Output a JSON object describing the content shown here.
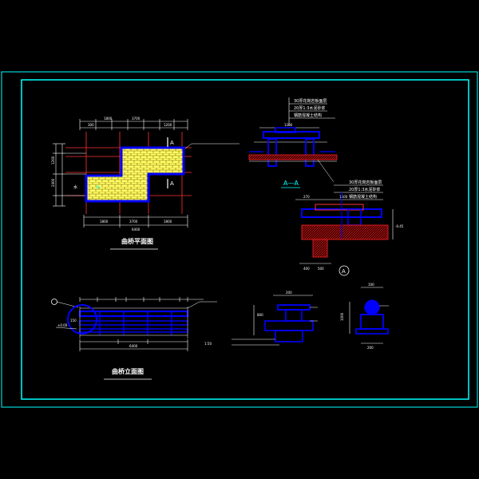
{
  "colors": {
    "background": "#000000",
    "outer_frame": "#00ffff",
    "inner_frame": "#00ffff",
    "paving": "#ffff66",
    "edge": "#0000ff",
    "structure": "#ff3333",
    "lines": "#ffffff",
    "hatch": "#ff2222"
  },
  "title_plan": "曲桥平面图",
  "title_elevation": "曲桥立面图",
  "section_mark": "A—A",
  "cut_mark_top": "A",
  "cut_mark_bottom": "A",
  "detail_mark": "A",
  "notes_top": [
    "30厚花岗岩板面层",
    "20厚1:3水泥砂浆",
    "钢筋混凝土结构"
  ],
  "notes_right": [
    "30厚花岗岩板面层",
    "20厚1:3水泥砂浆",
    "钢筋混凝土结构"
  ],
  "dims": {
    "d1": "3700",
    "d2": "1200",
    "d3": "1800",
    "d4": "300",
    "d5": "200",
    "d6": "500",
    "d7": "6400",
    "d8": "2400",
    "d9": "100",
    "d10": "150",
    "d11": "800",
    "d12": "1000",
    "d13": "270",
    "d14": "1500",
    "d15": "400",
    "d16": "-0.45"
  },
  "water_label": "水",
  "elevation_note": "±0.00",
  "scale_note": "1:50"
}
